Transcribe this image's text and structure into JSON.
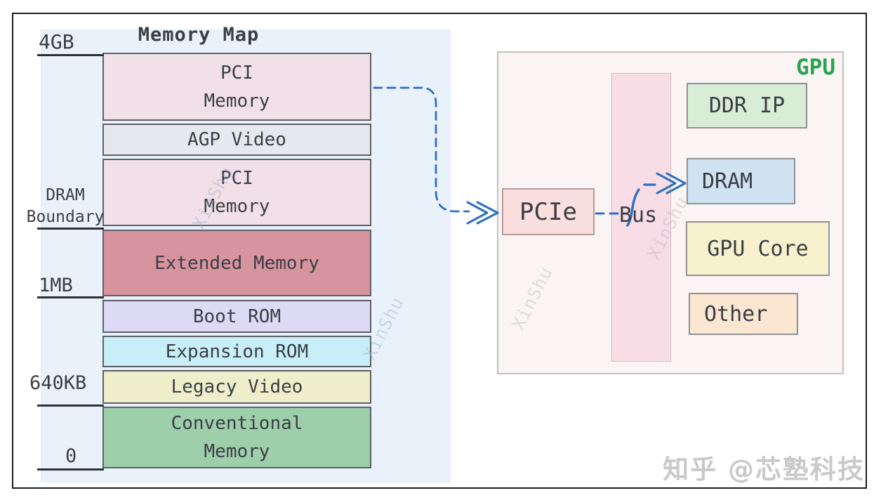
{
  "memory_map": {
    "title": "Memory Map",
    "blocks": [
      {
        "label": "PCI\nMemory",
        "color": "#f1e0e7"
      },
      {
        "label": "AGP Video",
        "color": "#e5e8ef"
      },
      {
        "label": "PCI\nMemory",
        "color": "#f1e0e7"
      },
      {
        "label": "Extended Memory",
        "color": "#d8949e"
      },
      {
        "label": "Boot ROM",
        "color": "#dcdaf5"
      },
      {
        "label": "Expansion ROM",
        "color": "#c8eef8"
      },
      {
        "label": "Legacy Video",
        "color": "#eeeecb"
      },
      {
        "label": "Conventional\nMemory",
        "color": "#9ecfab"
      }
    ],
    "ticks": [
      {
        "label": "4GB"
      },
      {
        "label": "DRAM\nBoundary"
      },
      {
        "label": "1MB"
      },
      {
        "label": "640KB"
      },
      {
        "label": "0"
      }
    ]
  },
  "gpu": {
    "title": "GPU",
    "title_color": "#2aa34f",
    "pcie_label": "PCIe",
    "bus_label": "Bus",
    "components": [
      {
        "label": "DDR IP",
        "color": "#d9edd6"
      },
      {
        "label": "DRAM",
        "color": "#d0e3f2"
      },
      {
        "label": "GPU Core",
        "color": "#f8f1cd"
      },
      {
        "label": "Other",
        "color": "#fbe6d1"
      }
    ]
  },
  "watermarks": {
    "diagonal": "XinShu",
    "credit": "知乎 @芯塾科技"
  },
  "colors": {
    "connector_blue": "#2d6fc2",
    "memory_panel_background": "#e9f2fb",
    "gpu_panel_background": "#faf4f4",
    "block_border": "#5c6066",
    "text": "#3a3f45"
  }
}
